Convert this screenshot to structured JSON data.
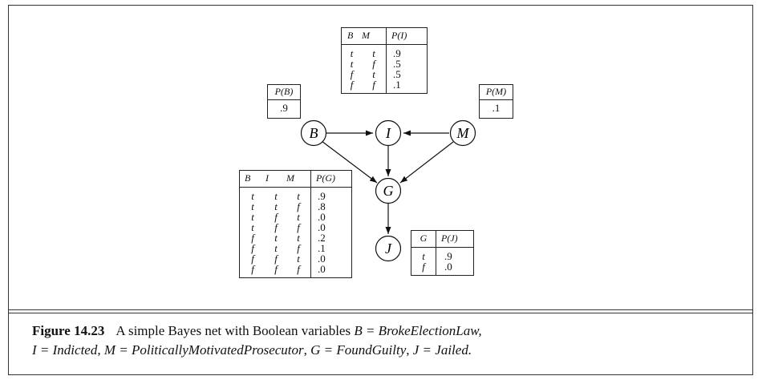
{
  "nodes": {
    "B": "B",
    "I": "I",
    "M": "M",
    "G": "G",
    "J": "J"
  },
  "cpt_B": {
    "header": "P(B)",
    "value": ".9"
  },
  "cpt_M": {
    "header": "P(M)",
    "value": ".1"
  },
  "cpt_I": {
    "headers": [
      "B",
      "M",
      "P(I)"
    ],
    "rows": [
      [
        "t",
        "t",
        ".9"
      ],
      [
        "t",
        "f",
        ".5"
      ],
      [
        "f",
        "t",
        ".5"
      ],
      [
        "f",
        "f",
        ".1"
      ]
    ]
  },
  "cpt_G": {
    "headers": [
      "B",
      "I",
      "M",
      "P(G)"
    ],
    "rows": [
      [
        "t",
        "t",
        "t",
        ".9"
      ],
      [
        "t",
        "t",
        "f",
        ".8"
      ],
      [
        "t",
        "f",
        "t",
        ".0"
      ],
      [
        "t",
        "f",
        "f",
        ".0"
      ],
      [
        "f",
        "t",
        "t",
        ".2"
      ],
      [
        "f",
        "t",
        "f",
        ".1"
      ],
      [
        "f",
        "f",
        "t",
        ".0"
      ],
      [
        "f",
        "f",
        "f",
        ".0"
      ]
    ]
  },
  "cpt_J": {
    "headers": [
      "G",
      "P(J)"
    ],
    "rows": [
      [
        "t",
        ".9"
      ],
      [
        "f",
        ".0"
      ]
    ]
  },
  "caption": {
    "figure_label": "Figure 14.23",
    "text_1": "A simple Bayes net with Boolean variables ",
    "B_def": "B = BrokeElectionLaw,",
    "I_def": "I = Indicted",
    "M_def": "M = PoliticallyMotivatedProsecutor",
    "G_def": "G = FoundGuilty",
    "J_def": "J = Jailed."
  }
}
